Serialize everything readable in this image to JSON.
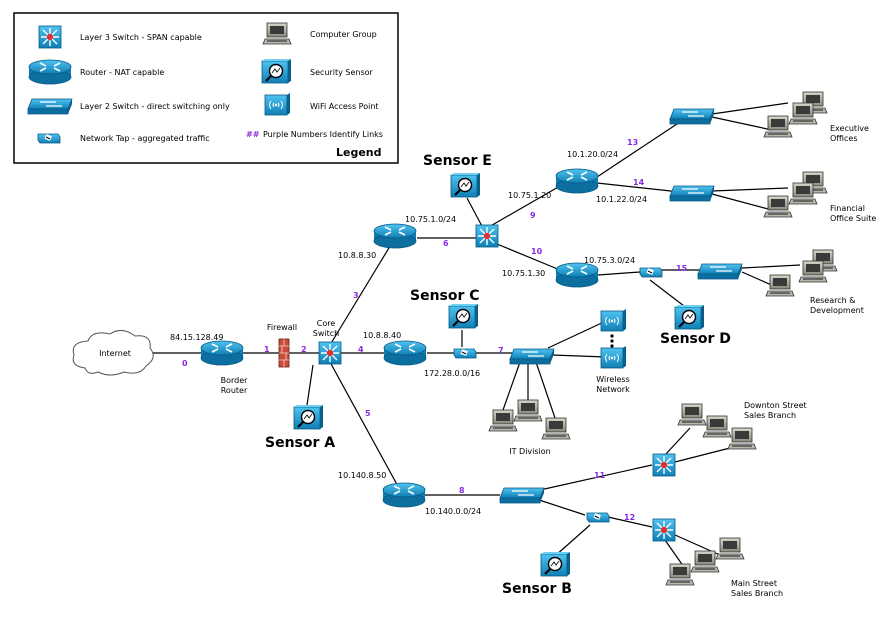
{
  "legend": {
    "title": "Legend",
    "l3_switch": "Layer 3 Switch - SPAN capable",
    "router": "Router - NAT capable",
    "l2_switch": "Layer 2 Switch - direct switching only",
    "tap": "Network Tap - aggregated traffic",
    "computer_group": "Computer Group",
    "security_sensor": "Security Sensor",
    "wifi_ap": "WiFi Access Point",
    "purple_note": "Purple Numbers Identify Links",
    "purple_mark": "##"
  },
  "nodes": {
    "internet": "Internet",
    "internet_ip": "84.15.128.49",
    "border_router_1": "Border",
    "border_router_2": "Router",
    "firewall": "Firewall",
    "core_switch_1": "Core",
    "core_switch_2": "Switch",
    "r_top_ip": "10.8.8.30",
    "r_mid_ip": "10.8.8.40",
    "r_mid_net": "172.28.0.0/16",
    "r_bot_ip": "10.140.8.50",
    "r_bot_net": "10.140.0.0/24",
    "l3_top_net": "10.75.1.0/24",
    "r_exec_ip": "10.75.1.20",
    "r_exec_net1": "10.1.20.0/24",
    "r_exec_net2": "10.1.22.0/24",
    "r_rd_ip": "10.75.1.30",
    "r_rd_net": "10.75.3.0/24",
    "exec_1": "Executive",
    "exec_2": "Offices",
    "fin_1": "Financial",
    "fin_2": "Office Suite",
    "rd_1": "Research &",
    "rd_2": "Development",
    "it_division": "IT Division",
    "wireless_1": "Wireless",
    "wireless_2": "Network",
    "downtown_1": "Downton Street",
    "downtown_2": "Sales Branch",
    "main_1": "Main Street",
    "main_2": "Sales Branch"
  },
  "sensors": {
    "a": "Sensor A",
    "b": "Sensor B",
    "c": "Sensor C",
    "d": "Sensor D",
    "e": "Sensor E"
  },
  "links": [
    "0",
    "1",
    "2",
    "3",
    "4",
    "5",
    "6",
    "7",
    "8",
    "9",
    "10",
    "11",
    "12",
    "13",
    "14",
    "15"
  ],
  "colors": {
    "device": "#1a9fd6",
    "device_dark": "#0d6fa0",
    "link_number": "#8a2be2",
    "l3_center": "#e03030"
  }
}
